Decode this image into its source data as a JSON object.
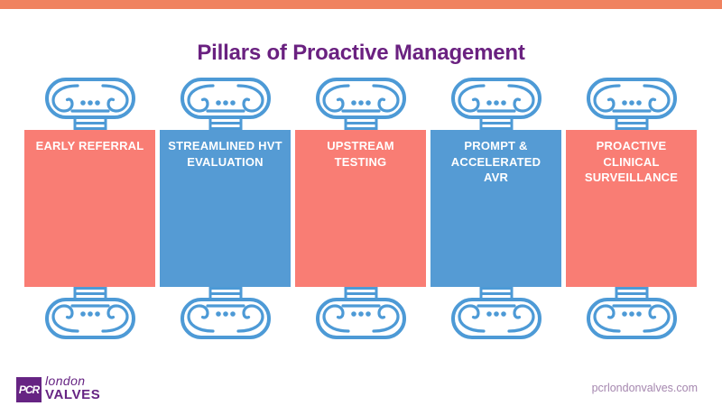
{
  "slide": {
    "title": "Pillars of Proactive Management",
    "website": "pcrlondonvalves.com"
  },
  "pillars": [
    {
      "label": "EARLY REFERRAL",
      "color": "#f97d74"
    },
    {
      "label": "STREAMLINED HVT\nEVALUATION",
      "color": "#559bd4"
    },
    {
      "label": "UPSTREAM TESTING",
      "color": "#f97d74"
    },
    {
      "label": "PROMPT &\nACCELERATED\nAVR",
      "color": "#559bd4"
    },
    {
      "label": "PROACTIVE CLINICAL\nSURVEILLANCE",
      "color": "#f97d74"
    }
  ],
  "logo": {
    "abbr": "PCR",
    "name_line1": "london",
    "name_line2": "VALVES"
  },
  "colors": {
    "top_bar": "#f0825f",
    "title_text": "#6a2180",
    "pillar_salmon": "#f97d74",
    "pillar_blue": "#559bd4",
    "column_outline": "#4d9ad6",
    "label_text": "#ffffff",
    "logo_purple": "#662483",
    "website_text": "#a587af",
    "background": "#ffffff"
  }
}
